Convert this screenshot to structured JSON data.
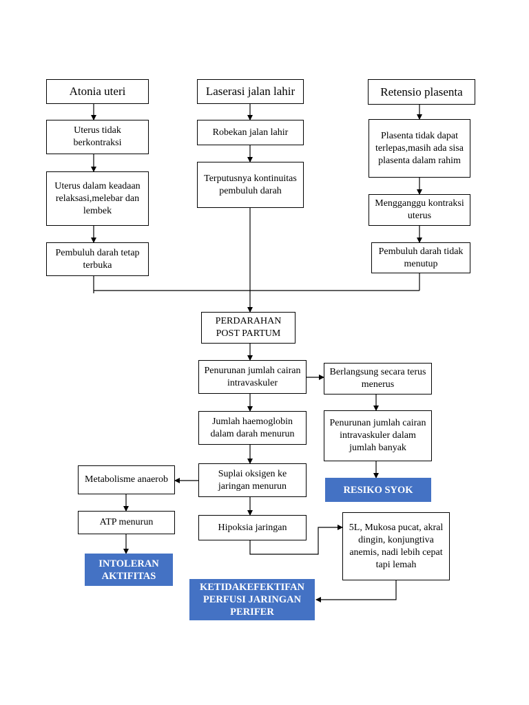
{
  "colors": {
    "outcome_fill": "#4472c4",
    "outcome_text": "#ffffff",
    "line": "#000000"
  },
  "causes": {
    "atonia": "Atonia uteri",
    "laserasi": "Laserasi jalan lahir",
    "retensio": "Retensio plasenta"
  },
  "atonia_chain": {
    "step1": "Uterus tidak berkontraksi",
    "step2": "Uterus dalam keadaan relaksasi,melebar dan lembek",
    "step3": "Pembuluh darah tetap terbuka"
  },
  "laserasi_chain": {
    "step1": "Robekan jalan lahir",
    "step2": "Terputusnya kontinuitas pembuluh darah"
  },
  "retensio_chain": {
    "step1": "Plasenta tidak dapat terlepas,masih ada sisa plasenta dalam rahim",
    "step2": "Mengganggu kontraksi uterus",
    "step3": "Pembuluh darah tidak menutup"
  },
  "main": {
    "perdarahan": "PERDARAHAN POST PARTUM",
    "penurunan": "Penurunan jumlah cairan intravaskuler",
    "haemoglobin": "Jumlah haemoglobin dalam darah menurun",
    "suplai": "Suplai oksigen ke jaringan menurun",
    "hipoksia": "Hipoksia jaringan"
  },
  "right_branch": {
    "berlangsung": "Berlangsung secara terus menerus",
    "penurunan_banyak": "Penurunan jumlah cairan intravaskuler dalam jumlah banyak",
    "resiko": "RESIKO SYOK",
    "gejala": "5L, Mukosa pucat, akral dingin, konjungtiva anemis, nadi lebih cepat tapi lemah"
  },
  "left_branch": {
    "metabolisme": "Metabolisme anaerob",
    "atp": "ATP menurun",
    "intoleran": "INTOLERAN AKTIFITAS"
  },
  "bottom": {
    "ketidakefektifan": "KETIDAKEFEKTIFAN PERFUSI JARINGAN PERIFER"
  }
}
